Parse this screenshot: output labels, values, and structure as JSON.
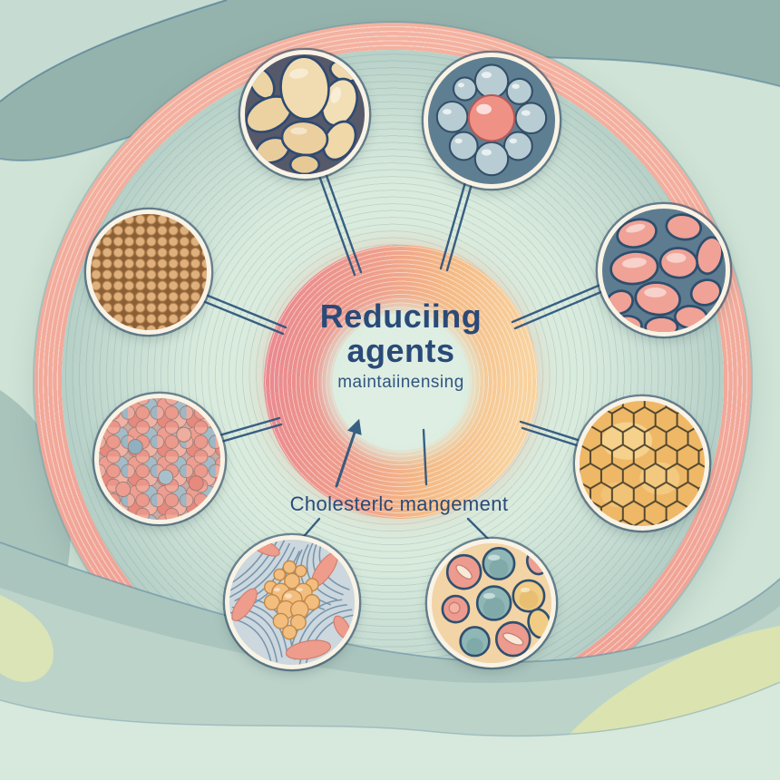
{
  "illustration": {
    "center": {
      "title_line1": "Reduciing",
      "title_line2": "agents",
      "subtitle": "maintaiinensing",
      "caption": "Cholesterlc mangement"
    },
    "insets": [
      {
        "icon": "almond-nuts-icon"
      },
      {
        "icon": "sphere-cluster-icon"
      },
      {
        "icon": "seed-grains-icon"
      },
      {
        "icon": "fat-cell-ovals-icon"
      },
      {
        "icon": "mixed-particle-spheres-icon"
      },
      {
        "icon": "honeycomb-cells-icon"
      },
      {
        "icon": "fiber-bundles-icon"
      },
      {
        "icon": "cell-cross-sections-icon"
      }
    ],
    "connector_icons": {
      "arrow": "up-arrow-icon"
    },
    "colors": {
      "background": "#cfe3d6",
      "outer_ring_pink": "#efa093",
      "inner_band_teal": "#a4c2ba",
      "donut_pink": "#ea8a8e",
      "donut_orange": "#f8d29e",
      "text_navy": "#2a4a78",
      "connector_navy": "#2b547c",
      "wave_yellow_green": "#dbe4b0"
    }
  }
}
